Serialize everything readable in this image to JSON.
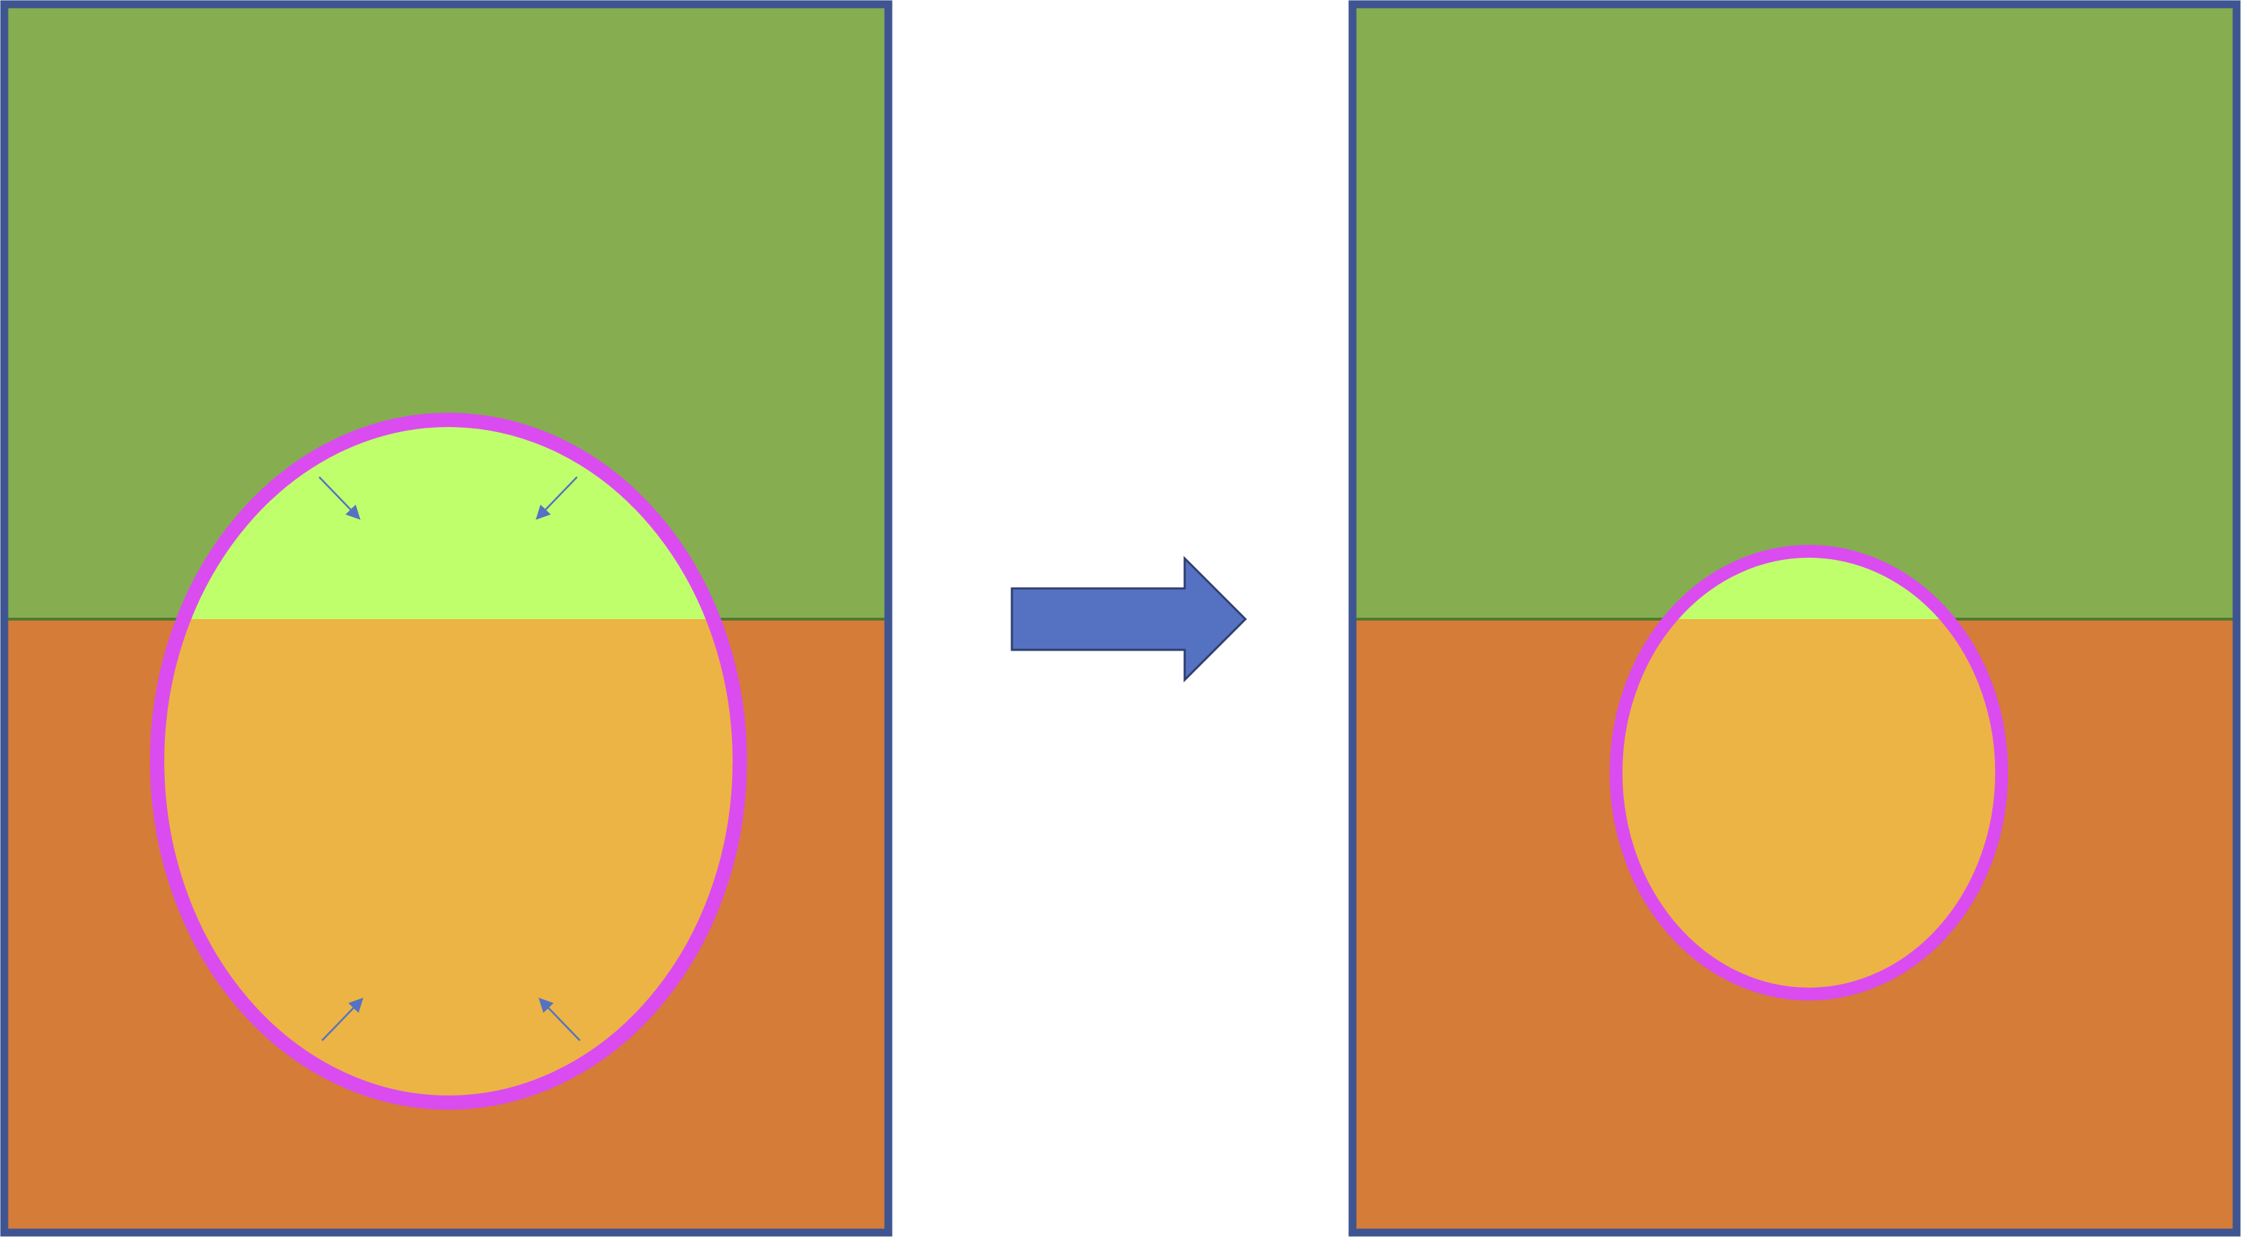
{
  "colors": {
    "background": "#ffffff",
    "upper_layer": "#86AD50",
    "lower_layer": "#D47C38",
    "interface_line": "#4E7A2E",
    "frame_border": "#3F5592",
    "bubble_outline": "#DA4CF0",
    "bubble_upper_fill": "#C0FF6C",
    "bubble_lower_fill": "#ECB444",
    "transition_arrow": "#5572C2",
    "transition_arrow_border": "#2F4070",
    "small_arrows": "#5572C2"
  },
  "panels": [
    {
      "id": "before",
      "state": "large bubble spanning the interface, shrinking"
    },
    {
      "id": "after",
      "state": "smaller bubble spanning the interface"
    }
  ],
  "icons": {
    "transition": "right-arrow-icon",
    "shrink_arrows": "inward-arrow-icon"
  }
}
